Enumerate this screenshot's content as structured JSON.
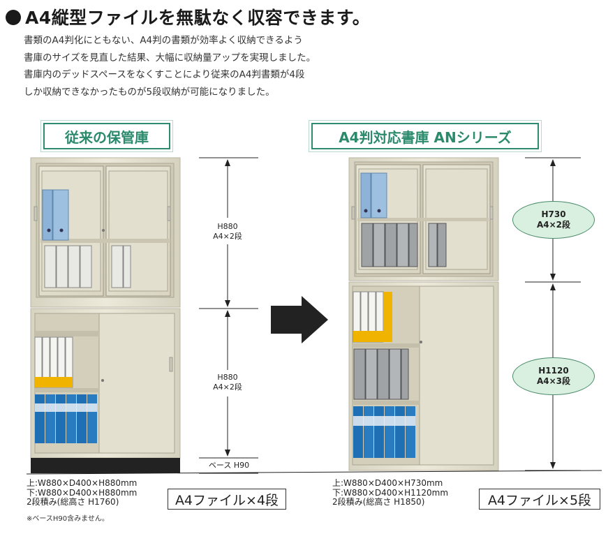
{
  "headline": "A4縦型ファイルを無駄なく収容できます。",
  "body_lines": [
    "書類のA4判化にともない、A4判の書類が効率よく収納できるよう",
    "書庫のサイズを見直した結果、大幅に収納量アップを実現しました。",
    "書庫内のデッドスペースをなくすことにより従来のA4判書類が4段",
    "しか収納できなかったものが5段収納が可能になりました。"
  ],
  "left": {
    "label": "従来の保管庫",
    "dim_upper": [
      "H880",
      "A4×2段"
    ],
    "dim_lower": [
      "H880",
      "A4×2段"
    ],
    "dim_base": "ベース H90",
    "spec_lines": [
      "上:W880×D400×H880mm",
      "下:W880×D400×H880mm",
      "2段積み(総高さ H1760)"
    ],
    "note": "※ベースH90含みません。",
    "count": "A4ファイル×4段"
  },
  "right": {
    "label": "A4判対応書庫 ANシリーズ",
    "dim_upper": [
      "H730",
      "A4×2段"
    ],
    "dim_lower": [
      "H1120",
      "A4×3段"
    ],
    "spec_lines": [
      "上:W880×D400×H730mm",
      "下:W880×D400×H1120mm",
      "2段積み(総高さ H1850)"
    ],
    "count": "A4ファイル×5段"
  },
  "colors": {
    "accent_green": "#2b8a6c",
    "ellipse_fill": "#d9f0e0",
    "cabinet": "#e7e3d2",
    "file_blue": "#1f6fb5",
    "file_yellow": "#f0b400",
    "file_gray": "#a9adb0"
  }
}
